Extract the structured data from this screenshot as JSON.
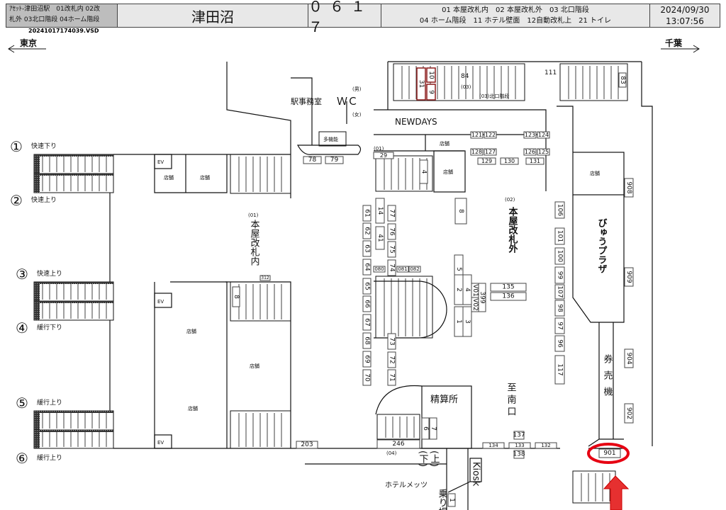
{
  "header": {
    "info_line1": "ｱｾｯﾄ-津田沼駅　01改札内 02改",
    "info_line2": "札外 03北口階段 04ホーム階段",
    "file_name": "20241017174039.VSD",
    "station": "津田沼",
    "code": "０６１７",
    "legend_line1": "01 本屋改札内　02 本屋改札外　03 北口階段",
    "legend_line2": "04 ホーム階段　11 ホテル壁面　12自動改札上　21 トイレ",
    "date": "2024/09/30",
    "time": "13:07:56"
  },
  "directions": {
    "left": "東京",
    "right": "千葉"
  },
  "platforms": [
    {
      "num": "①",
      "label": "快速下り"
    },
    {
      "num": "②",
      "label": "快速上り"
    },
    {
      "num": "③",
      "label": "快速上り"
    },
    {
      "num": "④",
      "label": "緩行下り"
    },
    {
      "num": "⑤",
      "label": "緩行上り"
    },
    {
      "num": "⑥",
      "label": "緩行上り"
    }
  ],
  "areas": {
    "station_office": "駅事務室",
    "wc": "ＷＣ",
    "men": "(男)",
    "women": "(女)",
    "multi_toilet": "多機能",
    "newdays": "NEWDAYS",
    "shop": "店舗",
    "north_stairs": "(03)北口階段",
    "outside_gate_code": "(02)",
    "outside_gate": "本屋改札外",
    "inside_gate_code": "(01)",
    "inside_gate": "本屋改札内",
    "ev": "EV",
    "view_plaza": "びゅうプラザ",
    "ticket_machine": "券売機",
    "fare_adjust": "精算所",
    "to_south": "至南口",
    "hotel": "ホテルメッツ",
    "kiosk": "Kiosk",
    "bus_stop": "乗り場",
    "code_01": "(01)",
    "code_03": "(03)",
    "code_04": "(04)",
    "down": "(下)",
    "up": "(上)"
  },
  "highlight": {
    "target": "901",
    "color": "#e60012"
  },
  "boxes": [
    "61",
    "62",
    "63",
    "64",
    "65",
    "66",
    "67",
    "68",
    "69",
    "70",
    "14",
    "41",
    "77",
    "76",
    "75",
    "74",
    "73",
    "72",
    "71",
    "080",
    "081",
    "082",
    "8",
    "5",
    "2",
    "4",
    "1",
    "3",
    "V01",
    "V02",
    "399",
    "135",
    "136",
    "106",
    "101",
    "100",
    "99",
    "107",
    "98",
    "97",
    "96",
    "117",
    "908",
    "909",
    "904",
    "902",
    "901",
    "134",
    "133",
    "137",
    "138",
    "132",
    "246",
    "6",
    "7",
    "121",
    "122",
    "123",
    "124",
    "128",
    "127",
    "126",
    "125",
    "129",
    "130",
    "131",
    "31",
    "10",
    "9",
    "29",
    "78",
    "79",
    "4",
    "83",
    "203",
    "312",
    "8",
    "84",
    "111",
    "1"
  ]
}
